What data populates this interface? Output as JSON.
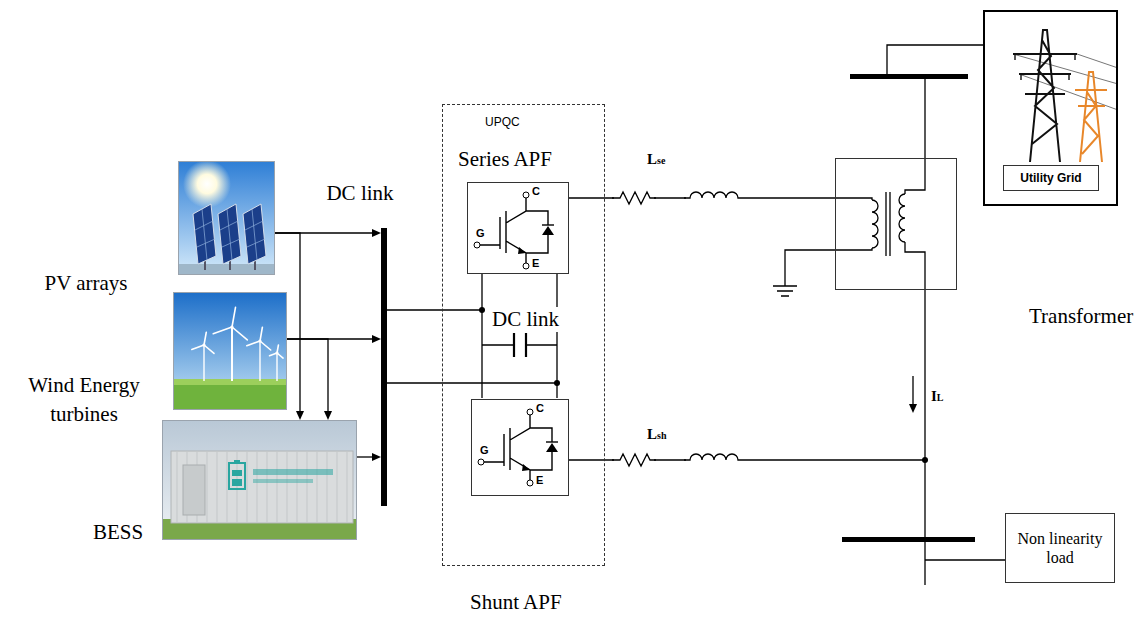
{
  "diagram": {
    "nodes": [
      {
        "text": [
          "PV arrays"
        ]
      },
      {
        "text": [
          "Wind Energy turbines"
        ]
      },
      {
        "text": [
          "BESS"
        ]
      },
      {
        "text": [
          "DC link"
        ]
      },
      {
        "text": [
          "UPQC"
        ]
      },
      {
        "text": [
          "Series APF",
          "G",
          "C",
          "E"
        ],
        "in": 4
      },
      {
        "text": [
          "G",
          "C",
          "E"
        ],
        "in": 4
      },
      {
        "text": [
          "Transformer"
        ]
      },
      {
        "text": [
          "Utility Grid"
        ]
      },
      {
        "text": [
          "Non linearity load"
        ]
      }
    ],
    "edges": [
      {
        "from": 0,
        "to": 3,
        "arrow": "to"
      },
      {
        "from": 1,
        "to": 3,
        "arrow": "to"
      },
      {
        "from": 2,
        "to": 3,
        "arrow": "to"
      },
      {
        "from": 0,
        "to": 2,
        "arrow": "to"
      },
      {
        "from": 1,
        "to": 2,
        "arrow": "to"
      },
      {
        "from": 5,
        "to": 7,
        "label": "Lse",
        "arrow": "none"
      }
    ],
    "labels": [
      "DC link",
      "Lsh",
      "IL",
      "Shunt APF"
    ]
  }
}
